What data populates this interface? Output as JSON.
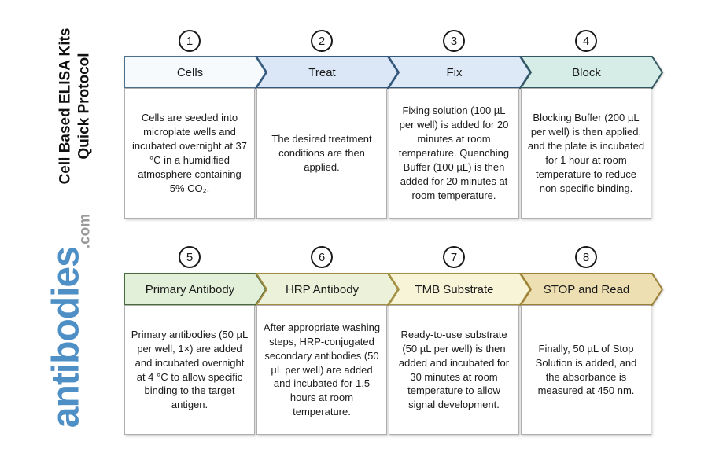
{
  "title": {
    "line1": "Cell Based ELISA Kits",
    "line2": "Quick Protocol"
  },
  "logo": {
    "brand": "antibodies",
    "tld": ".com",
    "brand_color": "#4e8fc5",
    "tld_color": "#9a9a9a"
  },
  "steps": [
    {
      "number": "1",
      "label": "Cells",
      "description": "Cells are seeded into microplate wells and incubated overnight at 37 °C in a humidified atmosphere containing 5% CO₂.",
      "fill": "#f7fafd",
      "stroke": "#4b6f8d"
    },
    {
      "number": "2",
      "label": "Treat",
      "description": "The desired treatment conditions are then applied.",
      "fill": "#dbe7f7",
      "stroke": "#35587c"
    },
    {
      "number": "3",
      "label": "Fix",
      "description": "Fixing solution (100 µL per well) is added for 20 minutes at room temperature. Quenching Buffer (100 µL) is then added for 20 minutes at room temperature.",
      "fill": "#dee9f8",
      "stroke": "#35587c"
    },
    {
      "number": "4",
      "label": "Block",
      "description": "Blocking Buffer (200 µL per well) is then applied, and the plate is incubated for 1 hour at room temperature to reduce non-specific binding.",
      "fill": "#d6ede7",
      "stroke": "#335861"
    },
    {
      "number": "5",
      "label": "Primary Antibody",
      "description": "Primary antibodies (50 µL per well, 1×) are added and incubated overnight at 4 °C to allow specific binding to the target antigen.",
      "fill": "#e2f0da",
      "stroke": "#4a6c3c"
    },
    {
      "number": "6",
      "label": "HRP Antibody",
      "description": "After appropriate washing steps, HRP-conjugated secondary antibodies (50 µL per well) are added and incubated for 1.5 hours at room temperature.",
      "fill": "#ecf2da",
      "stroke": "#a38d42"
    },
    {
      "number": "7",
      "label": "TMB Substrate",
      "description": "Ready-to-use substrate (50 µL per well) is then added and incubated for 30 minutes at room temperature to allow signal development.",
      "fill": "#f8f4d8",
      "stroke": "#a69244"
    },
    {
      "number": "8",
      "label": "STOP and Read",
      "description": "Finally, 50 µL of Stop Solution is added, and the absorbance is measured at 450 nm.",
      "fill": "#eedfb2",
      "stroke": "#9c8136"
    }
  ]
}
